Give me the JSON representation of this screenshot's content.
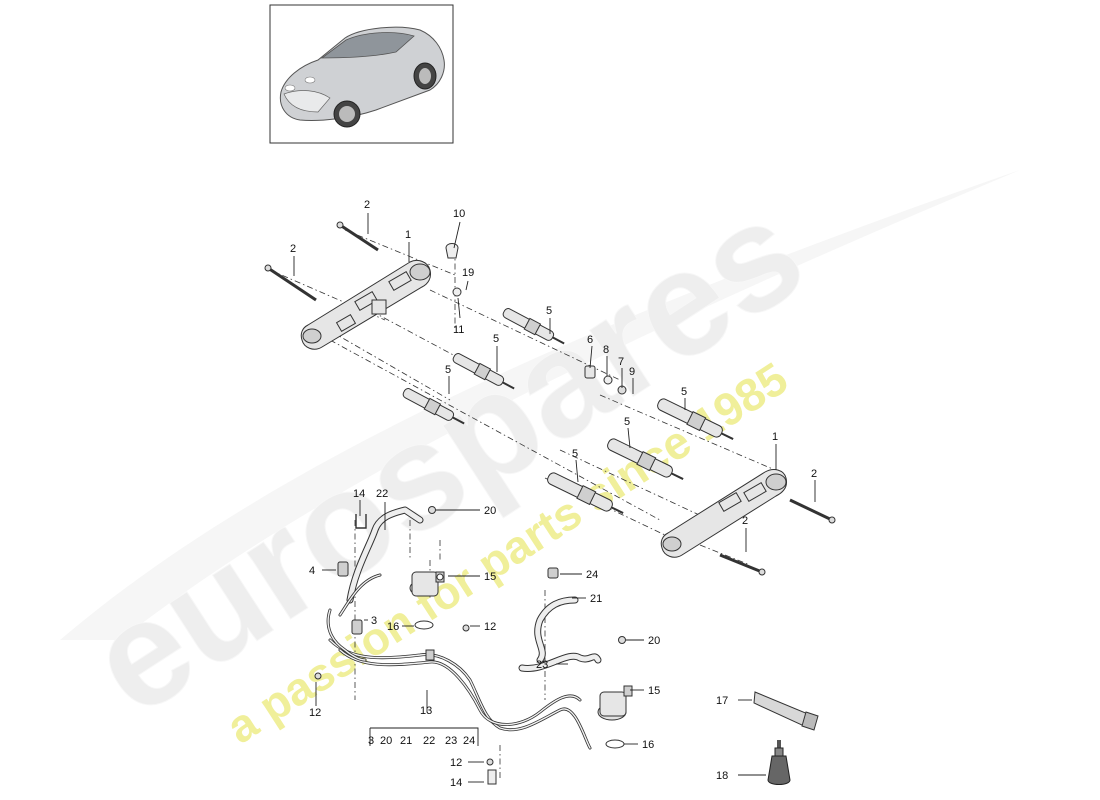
{
  "diagram": {
    "colors": {
      "background": "#ffffff",
      "watermark_gray": "#eeeeee",
      "watermark_yellow": "#f0ef9a",
      "line": "#222222"
    },
    "watermark": {
      "brand": "eurospares",
      "tagline": "a passion for parts since 1985"
    },
    "callouts": {
      "c1a": "1",
      "c1b": "1",
      "c2a": "2",
      "c2b": "2",
      "c2c": "2",
      "c2d": "2",
      "c3": "3",
      "c4": "4",
      "c5a": "5",
      "c5b": "5",
      "c5c": "5",
      "c5d": "5",
      "c5e": "5",
      "c5f": "5",
      "c6": "6",
      "c7": "7",
      "c8": "8",
      "c9": "9",
      "c10": "10",
      "c11": "11",
      "c12a": "12",
      "c12b": "12",
      "c12c": "12",
      "c13": "13",
      "c14a": "14",
      "c14b": "14",
      "c15a": "15",
      "c15b": "15",
      "c16a": "16",
      "c16b": "16",
      "c17": "17",
      "c18": "18",
      "c19": "19",
      "c20a": "20",
      "c20b": "20",
      "c21": "21",
      "c22": "22",
      "c23": "23",
      "c24": "24",
      "g3": "3",
      "g20": "20",
      "g21": "21",
      "g22": "22",
      "g23": "23",
      "g24": "24"
    }
  }
}
